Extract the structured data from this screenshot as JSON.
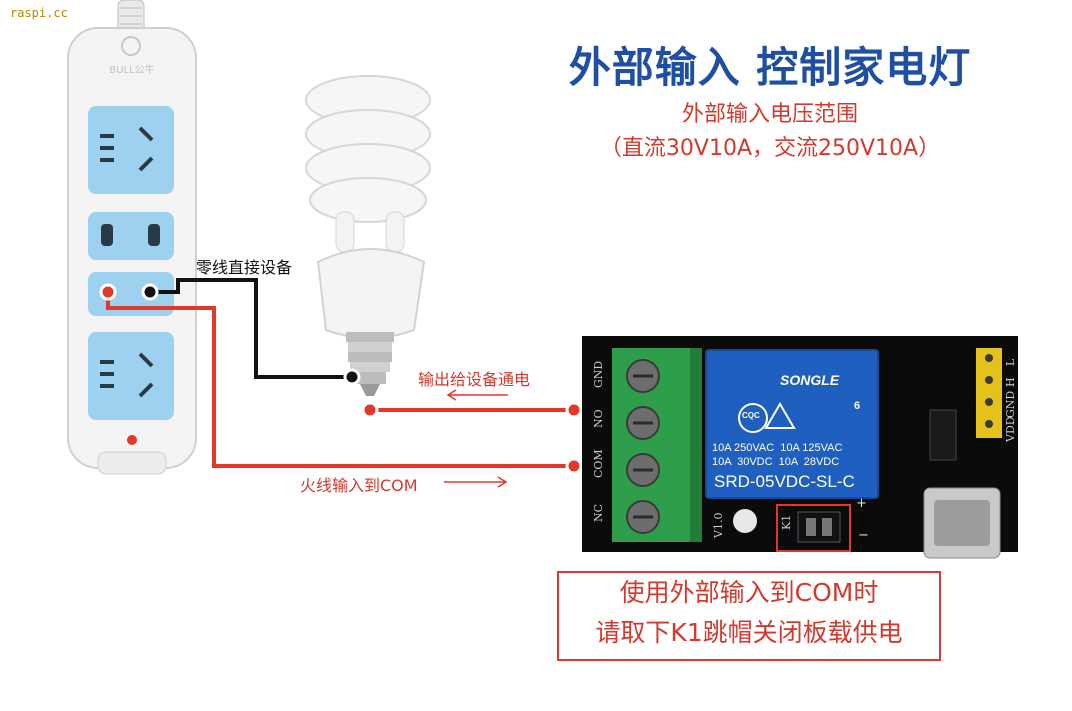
{
  "watermark": "raspi.cc",
  "title": "外部输入 控制家电灯",
  "subtitle_line1": "外部输入电压范围",
  "subtitle_line2": "（直流30V10A，交流250V10A）",
  "labels": {
    "neutral": "零线直接设备",
    "output": "输出给设备通电",
    "live": "火线输入到COM"
  },
  "notice": {
    "line1": "使用外部输入到COM时",
    "line2": "请取下K1跳帽关闭板载供电"
  },
  "terminals": [
    "GND",
    "NO",
    "COM",
    "NC"
  ],
  "header_pins": [
    "L",
    "H",
    "GND",
    "VDD"
  ],
  "relay": {
    "brand": "SONGLE",
    "rating1": "10A 250VAC  10A 125VAC",
    "rating2": "10A  30VDC  10A  28VDC",
    "model": "SRD-05VDC-SL-C",
    "cert": "CQC",
    "ul_num": "6"
  },
  "board": {
    "version": "V1.0",
    "jumper": "K1",
    "plus": "+",
    "minus": "−"
  },
  "power_strip_brand": "BULL公牛",
  "colors": {
    "title": "#1e4fa3",
    "accent_red": "#d23a2e",
    "wire_black": "#111111",
    "relay_blue": "#1f5fbf",
    "terminal_green": "#2f9e4a"
  }
}
